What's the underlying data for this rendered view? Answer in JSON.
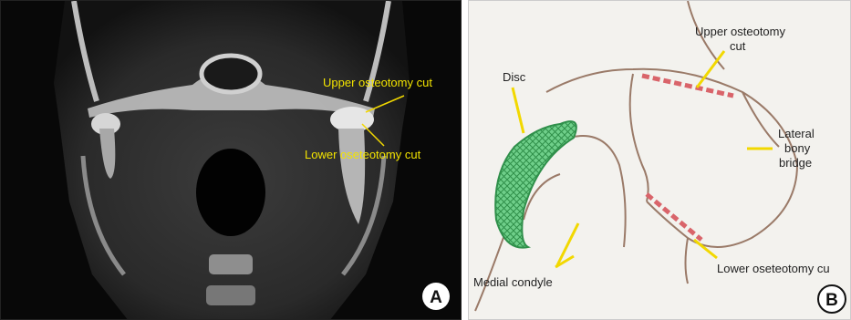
{
  "panel_a": {
    "badge": "A",
    "labels": {
      "upper_cut": "Upper osteotomy cut",
      "lower_cut": "Lower oseteotomy cut"
    }
  },
  "panel_b": {
    "badge": "B",
    "labels": {
      "upper_cut_line1": "Upper osteotomy",
      "upper_cut_line2": "cut",
      "disc": "Disc",
      "lateral_line1": "Lateral",
      "lateral_line2": "bony",
      "lateral_line3": "bridge",
      "medial_condyle": "Medial condyle",
      "lower_cut": "Lower oseteotomy cu"
    }
  },
  "colors": {
    "label_yellow": "#f3e400",
    "pointer_yellow": "#f2d800",
    "bone_outline": "#9a7a68",
    "cut_dashes": "#d9646a",
    "disc_fill": "#4bbf6c",
    "disc_hatch": "#2f8f4a"
  }
}
